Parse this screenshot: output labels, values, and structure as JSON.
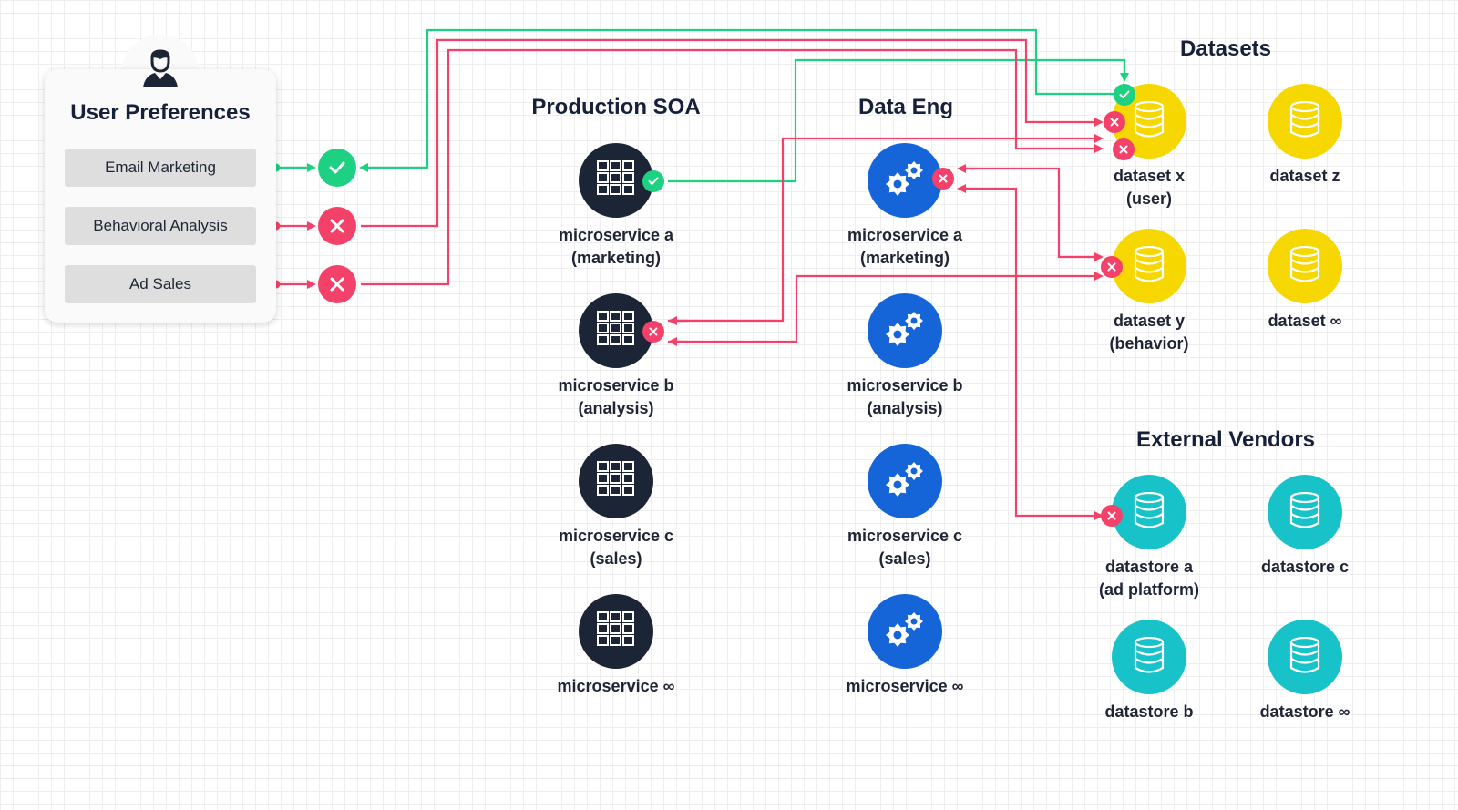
{
  "user_preferences": {
    "title": "User Preferences",
    "icon": "user-icon",
    "options": [
      {
        "label": "Email Marketing",
        "status": "allowed"
      },
      {
        "label": "Behavioral Analysis",
        "status": "blocked"
      },
      {
        "label": "Ad Sales",
        "status": "blocked"
      }
    ]
  },
  "production_soa": {
    "title": "Production SOA",
    "icon": "grid-icon",
    "services": [
      {
        "line1": "microservice a",
        "line2": "(marketing)"
      },
      {
        "line1": "microservice b",
        "line2": "(analysis)"
      },
      {
        "line1": "microservice c",
        "line2": "(sales)"
      },
      {
        "line1": "microservice ∞",
        "line2": ""
      }
    ]
  },
  "data_eng": {
    "title": "Data Eng",
    "icon": "gears-icon",
    "services": [
      {
        "line1": "microservice a",
        "line2": "(marketing)"
      },
      {
        "line1": "microservice b",
        "line2": "(analysis)"
      },
      {
        "line1": "microservice c",
        "line2": "(sales)"
      },
      {
        "line1": "microservice ∞",
        "line2": ""
      }
    ]
  },
  "datasets": {
    "title": "Datasets",
    "icon": "database-icon",
    "items": [
      {
        "line1": "dataset x",
        "line2": "(user)"
      },
      {
        "line1": "dataset z",
        "line2": ""
      },
      {
        "line1": "dataset y",
        "line2": "(behavior)"
      },
      {
        "line1": "dataset ∞",
        "line2": ""
      }
    ]
  },
  "external_vendors": {
    "title": "External Vendors",
    "icon": "database-icon",
    "items": [
      {
        "line1": "datastore a",
        "line2": "(ad platform)"
      },
      {
        "line1": "datastore c",
        "line2": ""
      },
      {
        "line1": "datastore b",
        "line2": ""
      },
      {
        "line1": "datastore ∞",
        "line2": ""
      }
    ]
  },
  "colors": {
    "allowed": "#1ed081",
    "blocked": "#f4416a",
    "soa_node": "#1c2535",
    "eng_node": "#1565d8",
    "dataset_node": "#f7d700",
    "vendor_node": "#17c3c8",
    "heading_text": "#16203a"
  }
}
